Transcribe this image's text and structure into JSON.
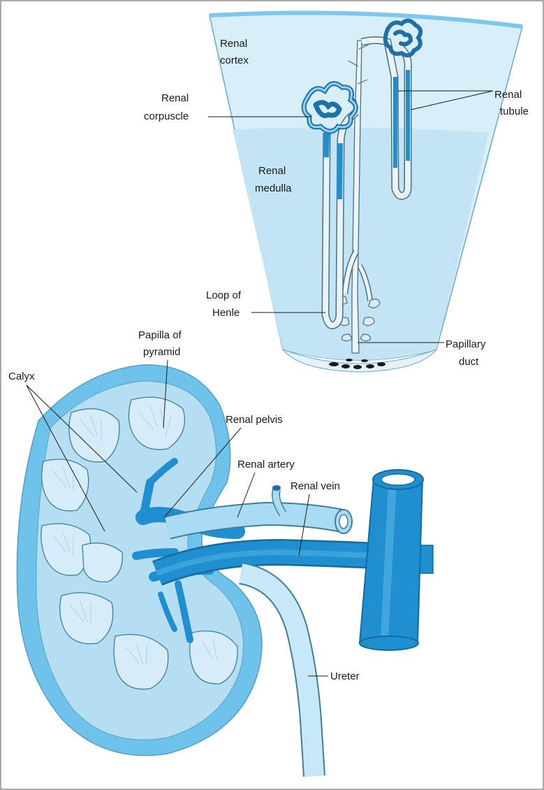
{
  "labels": {
    "renal_cortex": [
      "Renal",
      "cortex"
    ],
    "renal_corpuscle": [
      "Renal",
      "corpuscle"
    ],
    "renal_tubule": [
      "Renal",
      "tubule"
    ],
    "renal_medulla": [
      "Renal",
      "medulla"
    ],
    "loop_of_henle": [
      "Loop of",
      "Henle"
    ],
    "papillary_duct": [
      "Papillary",
      "duct"
    ],
    "papilla_of_pyramid": [
      "Papilla of",
      "pyramid"
    ],
    "calyx": [
      "Calyx"
    ],
    "renal_pelvis": [
      "Renal pelvis"
    ],
    "renal_artery": [
      "Renal artery"
    ],
    "renal_vein": [
      "Renal vein"
    ],
    "ureter": [
      "Ureter"
    ]
  },
  "colors": {
    "cortex_fill": "#d8eef8",
    "medulla_fill": "#c3e4f4",
    "kidney_outer": "#7cc8ec",
    "kidney_inner": "#b5def3",
    "pyramid": "#cfe9f7",
    "vessel_dark": "#1f8fcf",
    "vessel_light": "#a9dcf4",
    "outline": "#4a6e82"
  }
}
